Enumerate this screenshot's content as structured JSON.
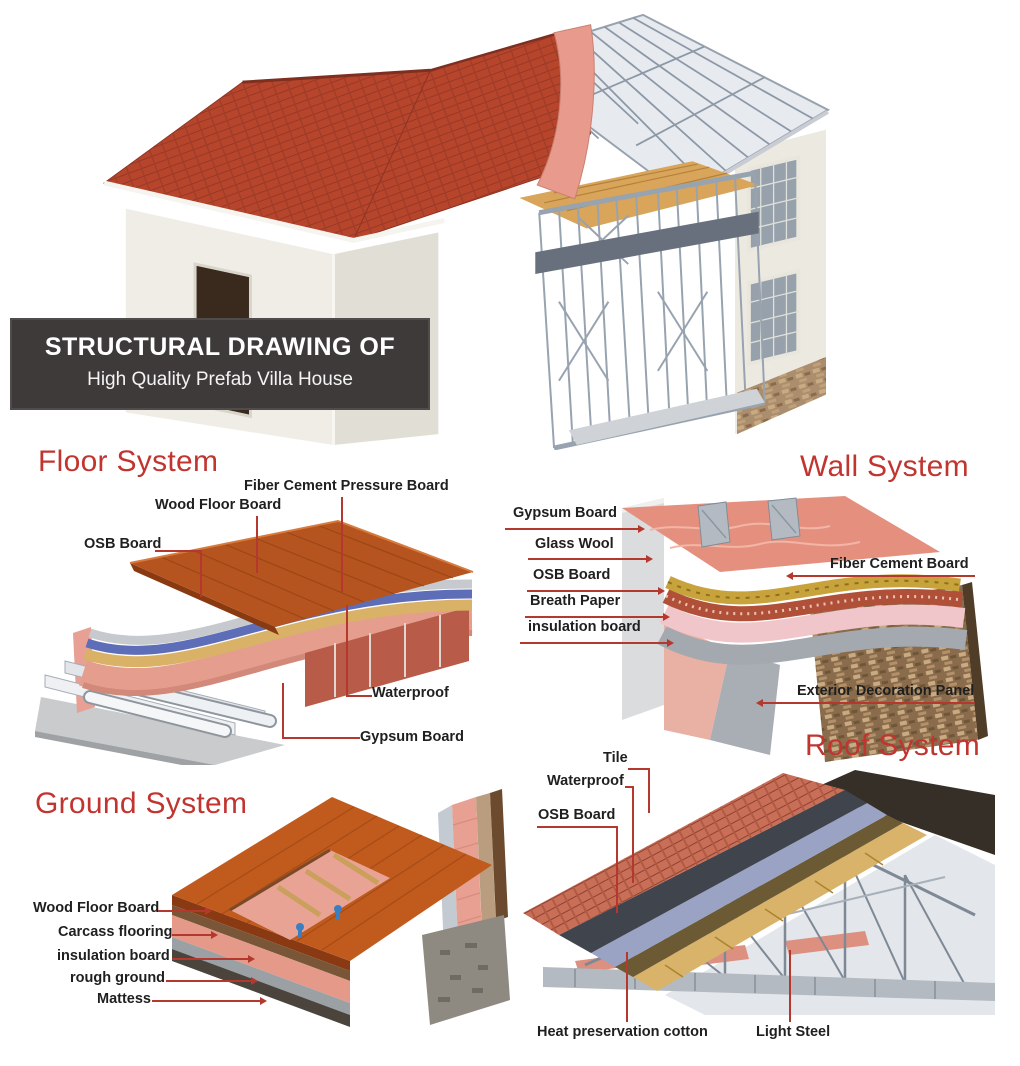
{
  "banner": {
    "title": "STRUCTURAL DRAWING OF",
    "subtitle": "High Quality Prefab Villa House"
  },
  "sections": {
    "floor": {
      "title": "Floor System",
      "labels": {
        "fiber_cement_pressure_board": "Fiber Cement Pressure Board",
        "wood_floor_board": "Wood Floor Board",
        "osb_board": "OSB Board",
        "waterproof": "Waterproof",
        "gypsum_board": "Gypsum Board"
      }
    },
    "wall": {
      "title": "Wall System",
      "labels": {
        "gypsum_board": "Gypsum Board",
        "glass_wool": "Glass Wool",
        "osb_board": "OSB Board",
        "breath_paper": "Breath Paper",
        "insulation_board": "insulation board",
        "fiber_cement_board": "Fiber Cement Board",
        "exterior_decoration_panel": "Exterior Decoration Panel"
      }
    },
    "ground": {
      "title": "Ground System",
      "labels": {
        "wood_floor_board": "Wood Floor Board",
        "carcass_flooring": "Carcass flooring",
        "insulation_board": "insulation board",
        "rough_ground": "rough ground",
        "mattess": "Mattess"
      }
    },
    "roof": {
      "title": "Roof System",
      "labels": {
        "tile": "Tile",
        "waterproof": "Waterproof",
        "osb_board": "OSB Board",
        "heat_preservation_cotton": "Heat preservation cotton",
        "light_steel": "Light Steel"
      }
    }
  },
  "colors": {
    "heading_red": "#c13530",
    "leader_line_red": "#b5382e",
    "banner_background": "#3e3a3a",
    "banner_text": "#ffffff",
    "label_text": "#1f1f1f",
    "roof_tile_red": "#b7452c",
    "wood_orange": "#b5541f",
    "insulation_pink": "#e59e8e",
    "waterproof_blue": "#5d6db8",
    "osb_tan": "#d9b267",
    "steel_gray": "#98a3b0",
    "background": "#ffffff"
  },
  "illustrations": [
    "house-3d-render",
    "floor-system-cutaway",
    "wall-system-cutaway",
    "ground-system-cutaway",
    "roof-system-cutaway"
  ]
}
